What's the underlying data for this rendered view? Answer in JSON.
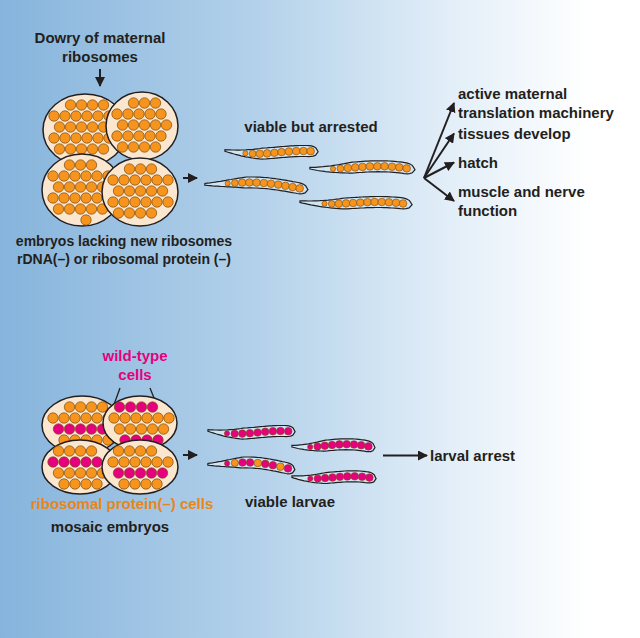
{
  "diagram": {
    "nodes": [
      {
        "text": [
          "Dowry of maternal ribosomes"
        ]
      },
      {
        "text": [
          "embryos lacking new ribosomes rDNA(–) or ribosomal protein (–)"
        ]
      },
      {
        "text": [
          "viable but arrested"
        ]
      },
      {
        "text": [
          "active maternal translation machinery"
        ]
      },
      {
        "text": [
          "tissues develop"
        ]
      },
      {
        "text": [
          "hatch"
        ]
      },
      {
        "text": [
          "muscle and nerve function"
        ]
      },
      {
        "text": [
          "mosaic embryos"
        ]
      },
      {
        "text": [
          "viable larvae"
        ]
      },
      {
        "text": [
          "larval arrest"
        ]
      }
    ],
    "edges": [
      {
        "from": 0,
        "to": 1,
        "arrow": "to"
      },
      {
        "from": 1,
        "to": 2,
        "arrow": "to"
      },
      {
        "from": 2,
        "to": 3,
        "arrow": "to"
      },
      {
        "from": 2,
        "to": 4,
        "arrow": "to"
      },
      {
        "from": 2,
        "to": 5,
        "arrow": "to"
      },
      {
        "from": 2,
        "to": 6,
        "arrow": "to"
      },
      {
        "from": 7,
        "to": 8,
        "arrow": "to"
      },
      {
        "from": 8,
        "to": 9,
        "arrow": "to"
      }
    ],
    "labels": [
      "wild-type cells",
      "ribosomal protein(–) cells"
    ]
  }
}
